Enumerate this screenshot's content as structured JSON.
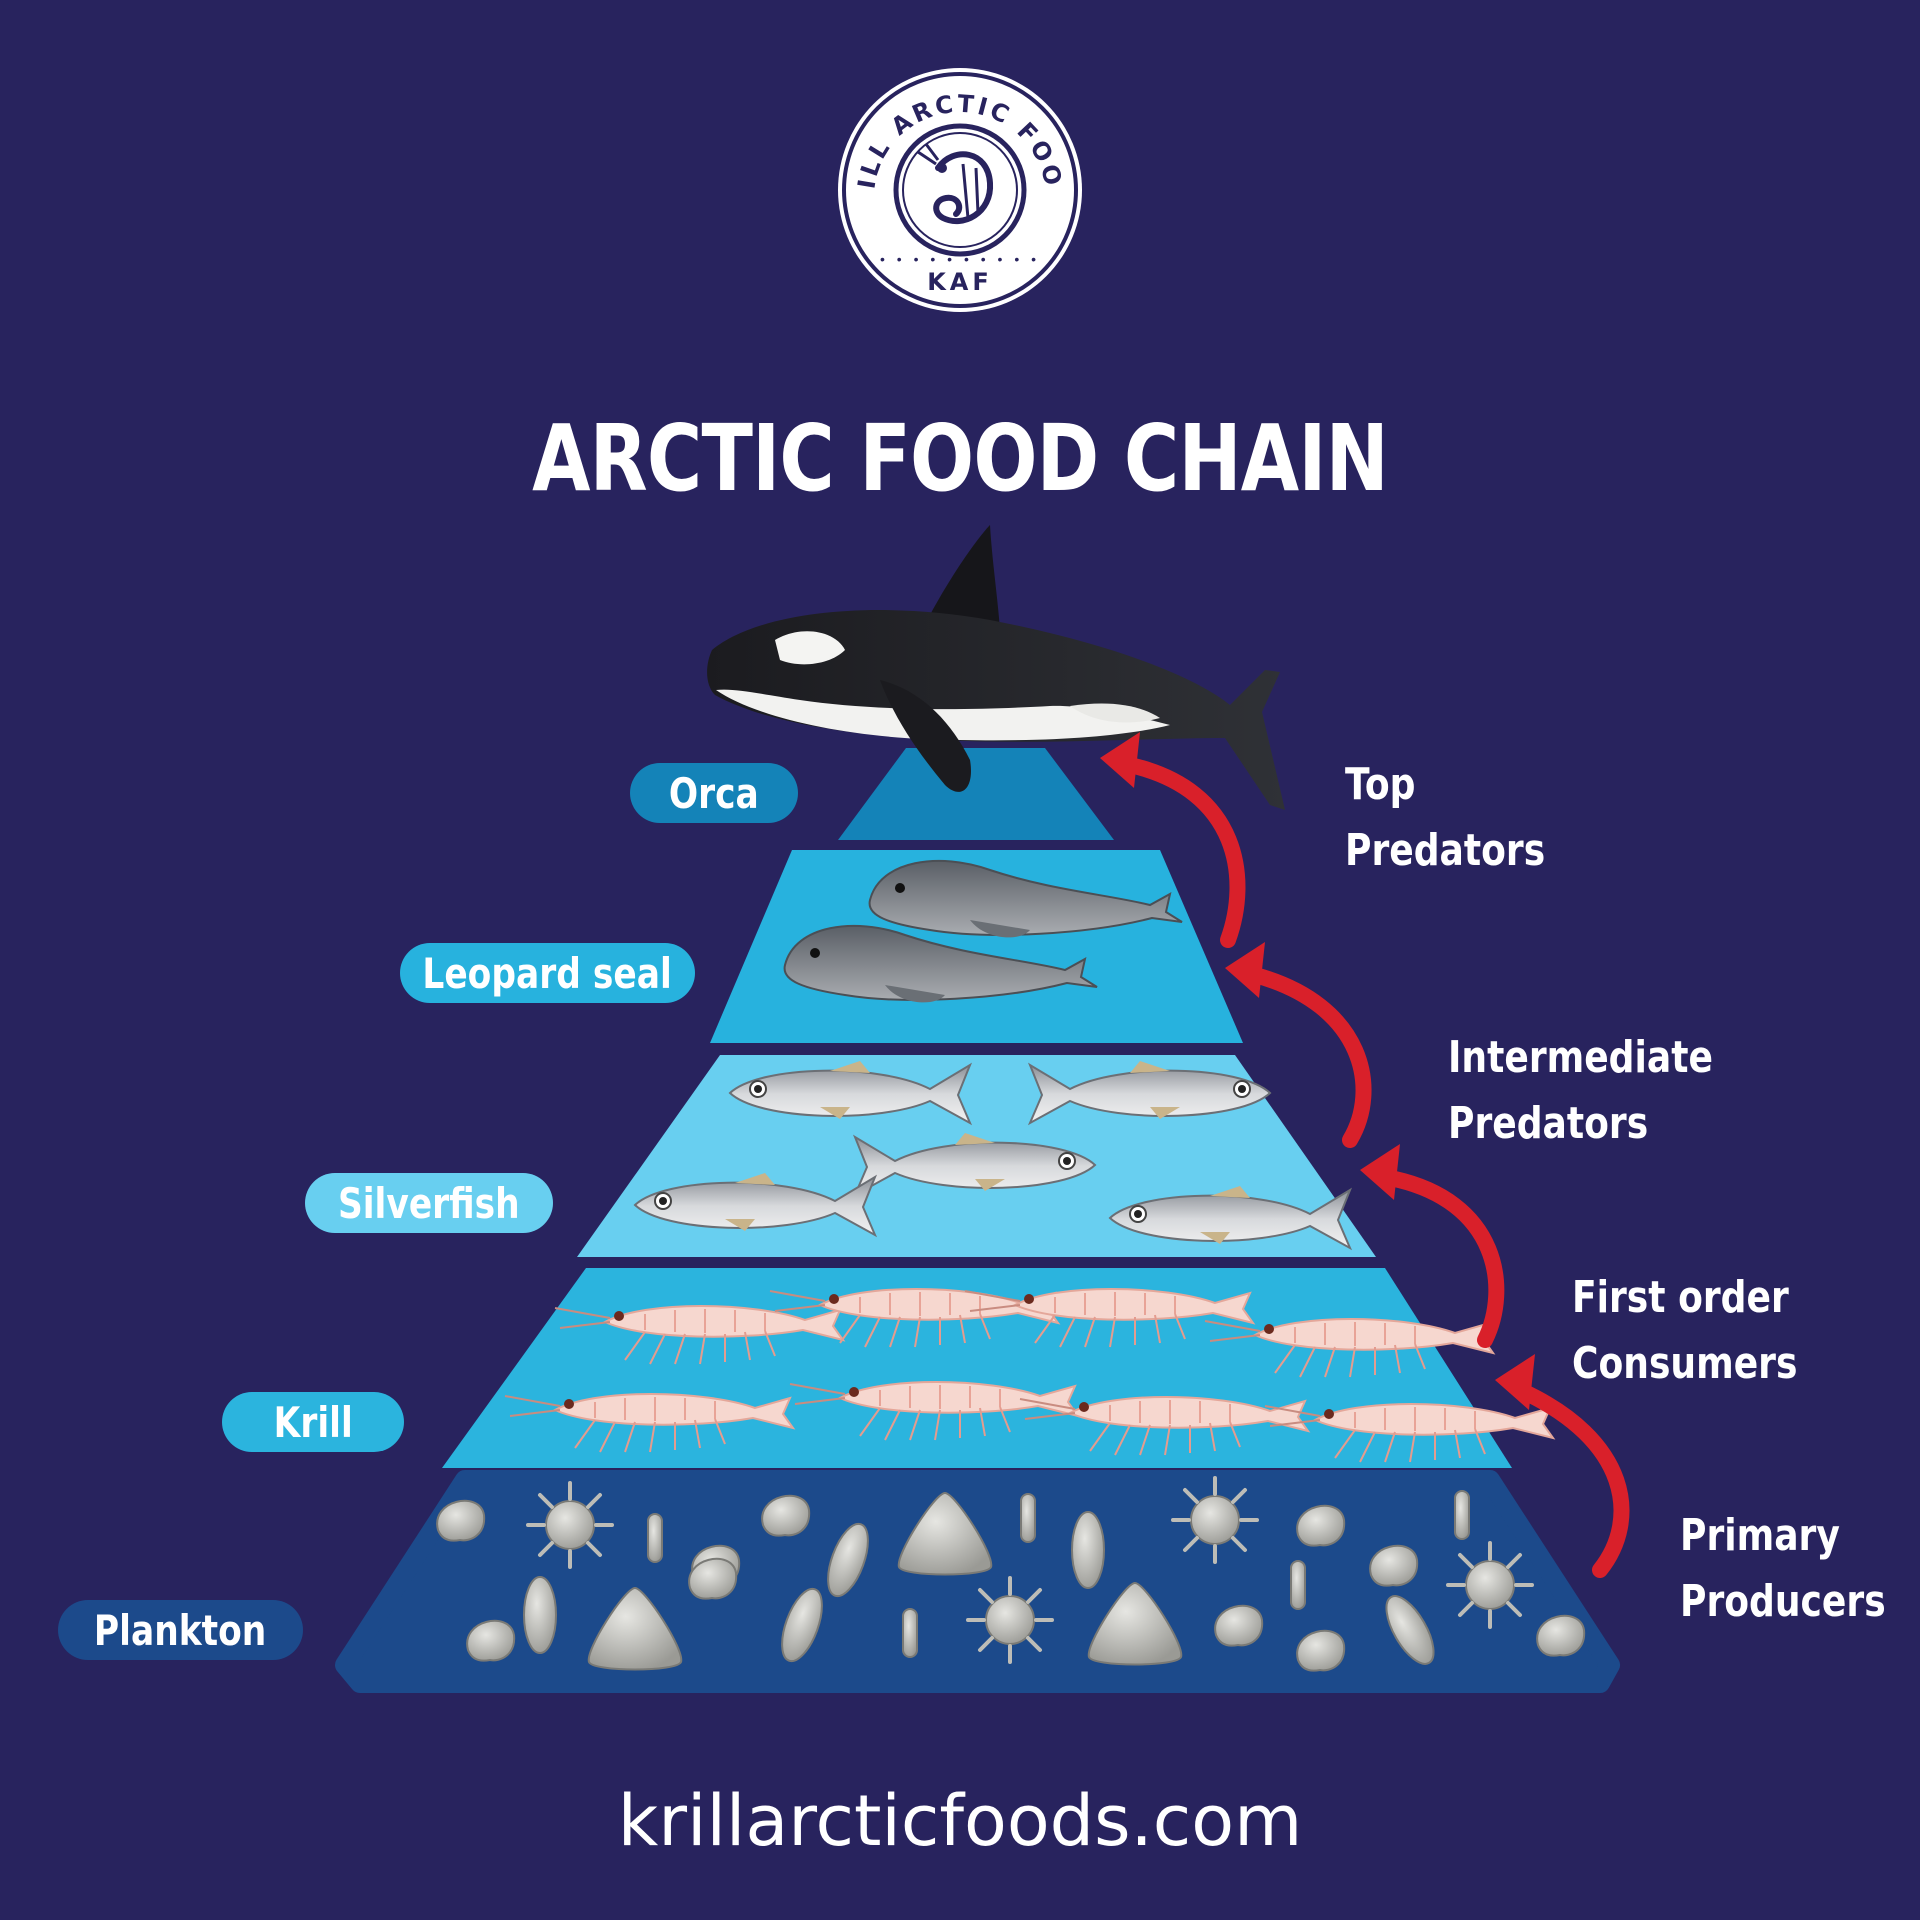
{
  "logo": {
    "ring_text": "KRILL ARCTIC FOODS",
    "center_text": "KAF"
  },
  "title": "ARCTIC FOOD CHAIN",
  "levels": [
    {
      "name": "Orca",
      "color": "#1483b8"
    },
    {
      "name": "Leopard seal",
      "color": "#27b2de"
    },
    {
      "name": "Silverfish",
      "color": "#68cff0"
    },
    {
      "name": "Krill",
      "color": "#2bb4de"
    },
    {
      "name": "Plankton",
      "color": "#1c4a8b"
    }
  ],
  "tiers": [
    {
      "line1": "Top",
      "line2": "Predators"
    },
    {
      "line1": "Intermediate",
      "line2": "Predators"
    },
    {
      "line1": "First order",
      "line2": "Consumers"
    },
    {
      "line1": "Primary",
      "line2": "Producers"
    }
  ],
  "arrow_color": "#d9202a",
  "website": "krillarcticfoods.com"
}
